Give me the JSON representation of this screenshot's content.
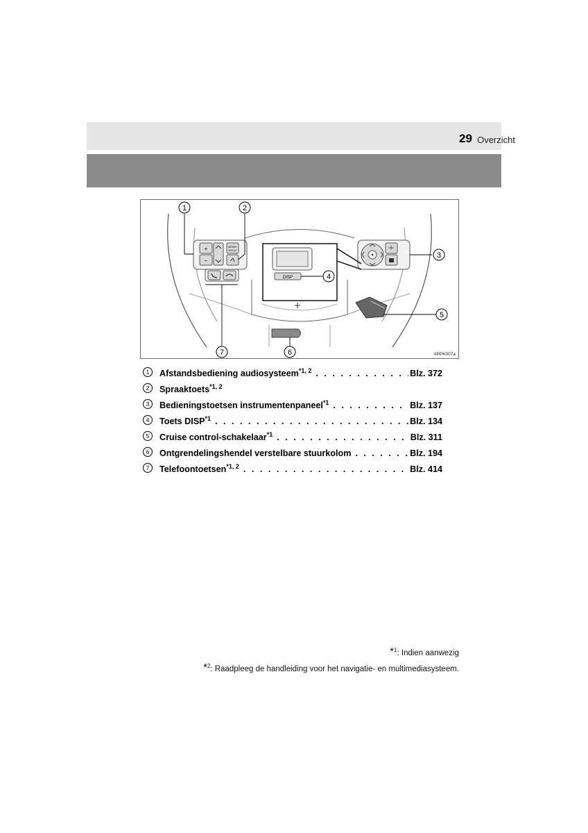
{
  "header": {
    "section_title": "Overzicht",
    "page_number": "29"
  },
  "figure": {
    "code": "IIPPK007a",
    "callouts": [
      "1",
      "2",
      "3",
      "4",
      "5",
      "6",
      "7"
    ],
    "button_labels": {
      "mode": "MODE\nHOLD",
      "disp": "DISP"
    }
  },
  "items": [
    {
      "num": "1",
      "label": "Afstandsbediening audiosysteem",
      "sup": "*1, 2",
      "page": "Blz. 372"
    },
    {
      "num": "2",
      "label": "Spraaktoets",
      "sup": "*1, 2",
      "page": ""
    },
    {
      "num": "3",
      "label": "Bedieningstoetsen instrumentenpaneel",
      "sup": "*1",
      "page": "Blz. 137"
    },
    {
      "num": "4",
      "label": "Toets DISP",
      "sup": "*1",
      "page": "Blz. 134"
    },
    {
      "num": "5",
      "label": "Cruise control-schakelaar",
      "sup": "*1",
      "page": "Blz. 311"
    },
    {
      "num": "6",
      "label": "Ontgrendelingshendel verstelbare stuurkolom",
      "sup": "",
      "page": "Blz. 194"
    },
    {
      "num": "7",
      "label": "Telefoontoetsen",
      "sup": "*1, 2",
      "page": "Blz. 414"
    }
  ],
  "footnotes": [
    {
      "mark": "*",
      "sup": "1",
      "text": ": Indien aanwezig"
    },
    {
      "mark": "*",
      "sup": "2",
      "text": ": Raadpleeg de handleiding voor het navigatie- en multimediasysteem."
    }
  ]
}
